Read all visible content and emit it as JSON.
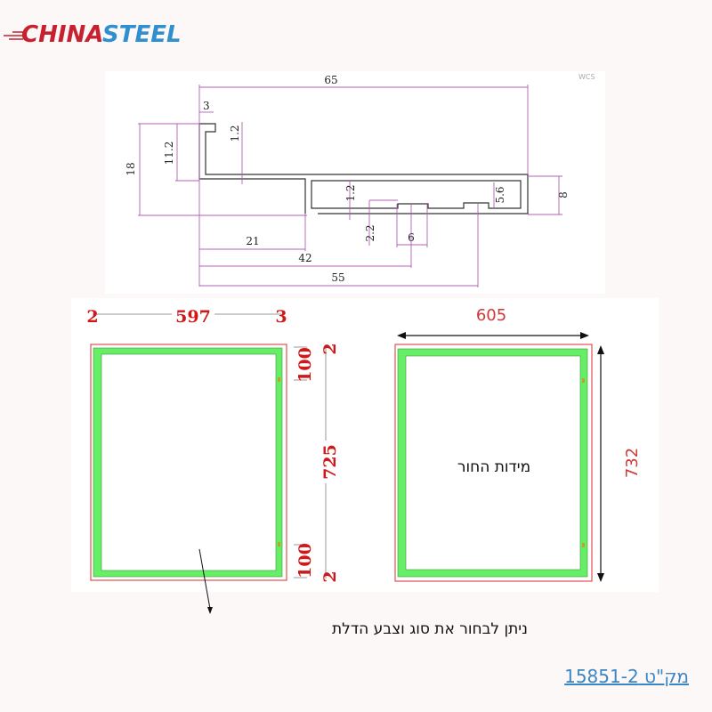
{
  "logo": {
    "text_red": "CHINA",
    "text_blue": "STEEL",
    "colors": {
      "red": "#c8202e",
      "blue": "#2f8fcf"
    }
  },
  "profile": {
    "watermark": "WCS",
    "dimensions": {
      "width": "65",
      "lip": "3",
      "height": "18",
      "inner_height": "11.2",
      "wall_top": "1.2",
      "wall_bottom": "1.2",
      "right_height": "8",
      "cavity_height": "5.6",
      "groove_depth": "2.2",
      "groove_width": "6",
      "d21": "21",
      "d42": "42",
      "d55": "55"
    }
  },
  "door": {
    "width": "597",
    "left_gap": "2",
    "right_gap": "3",
    "height": "725",
    "top_gap": "2",
    "bottom_gap": "2",
    "hinge_top": "100",
    "hinge_bottom": "100",
    "note": "ניתן לבחור  את סוג וצבע הדלת"
  },
  "opening": {
    "width": "605",
    "height": "732",
    "label": "מידות החור"
  },
  "sku": "מק\"ט 15851-2",
  "colors": {
    "frame_green": "#66ee66",
    "outline_red": "#e05050",
    "dim_red": "#d01818",
    "sku_blue": "#3b86c4"
  }
}
